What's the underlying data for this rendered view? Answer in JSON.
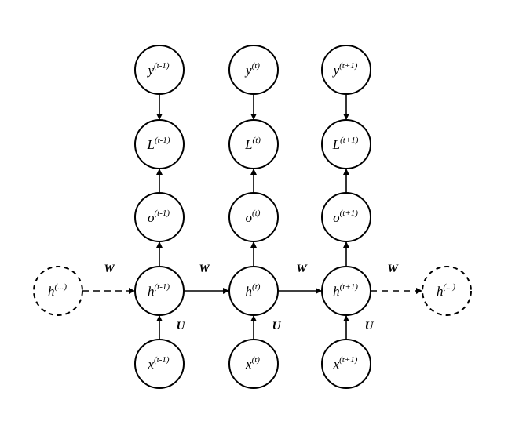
{
  "nodes": [
    {
      "id": "y_tm1",
      "base": "y",
      "sup": "(t-1)",
      "dashed": false
    },
    {
      "id": "y_t",
      "base": "y",
      "sup": "(t)",
      "dashed": false
    },
    {
      "id": "y_tp1",
      "base": "y",
      "sup": "(t+1)",
      "dashed": false
    },
    {
      "id": "L_tm1",
      "base": "L",
      "sup": "(t-1)",
      "dashed": false
    },
    {
      "id": "L_t",
      "base": "L",
      "sup": "(t)",
      "dashed": false
    },
    {
      "id": "L_tp1",
      "base": "L",
      "sup": "(t+1)",
      "dashed": false
    },
    {
      "id": "o_tm1",
      "base": "o",
      "sup": "(t-1)",
      "dashed": false
    },
    {
      "id": "o_t",
      "base": "o",
      "sup": "(t)",
      "dashed": false
    },
    {
      "id": "o_tp1",
      "base": "o",
      "sup": "(t+1)",
      "dashed": false
    },
    {
      "id": "h_prev",
      "base": "h",
      "sup": "(...)",
      "dashed": true
    },
    {
      "id": "h_tm1",
      "base": "h",
      "sup": "(t-1)",
      "dashed": false
    },
    {
      "id": "h_t",
      "base": "h",
      "sup": "(t)",
      "dashed": false
    },
    {
      "id": "h_tp1",
      "base": "h",
      "sup": "(t+1)",
      "dashed": false
    },
    {
      "id": "h_next",
      "base": "h",
      "sup": "(...)",
      "dashed": true
    },
    {
      "id": "x_tm1",
      "base": "x",
      "sup": "(t-1)",
      "dashed": false
    },
    {
      "id": "x_t",
      "base": "x",
      "sup": "(t)",
      "dashed": false
    },
    {
      "id": "x_tp1",
      "base": "x",
      "sup": "(t+1)",
      "dashed": false
    }
  ],
  "edges": [
    {
      "from": "y_tm1",
      "to": "L_tm1",
      "dashed": false
    },
    {
      "from": "y_t",
      "to": "L_t",
      "dashed": false
    },
    {
      "from": "y_tp1",
      "to": "L_tp1",
      "dashed": false
    },
    {
      "from": "o_tm1",
      "to": "L_tm1",
      "dashed": false
    },
    {
      "from": "o_t",
      "to": "L_t",
      "dashed": false
    },
    {
      "from": "o_tp1",
      "to": "L_tp1",
      "dashed": false
    },
    {
      "from": "h_tm1",
      "to": "o_tm1",
      "dashed": false
    },
    {
      "from": "h_t",
      "to": "o_t",
      "dashed": false
    },
    {
      "from": "h_tp1",
      "to": "o_tp1",
      "dashed": false
    },
    {
      "from": "x_tm1",
      "to": "h_tm1",
      "dashed": false
    },
    {
      "from": "x_t",
      "to": "h_t",
      "dashed": false
    },
    {
      "from": "x_tp1",
      "to": "h_tp1",
      "dashed": false
    },
    {
      "from": "h_prev",
      "to": "h_tm1",
      "dashed": true
    },
    {
      "from": "h_tm1",
      "to": "h_t",
      "dashed": false
    },
    {
      "from": "h_t",
      "to": "h_tp1",
      "dashed": false
    },
    {
      "from": "h_tp1",
      "to": "h_next",
      "dashed": true
    }
  ],
  "weight_labels": [
    {
      "id": "w1",
      "text": "W"
    },
    {
      "id": "w2",
      "text": "W"
    },
    {
      "id": "w3",
      "text": "W"
    },
    {
      "id": "w4",
      "text": "W"
    },
    {
      "id": "u1",
      "text": "U"
    },
    {
      "id": "u2",
      "text": "U"
    },
    {
      "id": "u3",
      "text": "U"
    }
  ]
}
